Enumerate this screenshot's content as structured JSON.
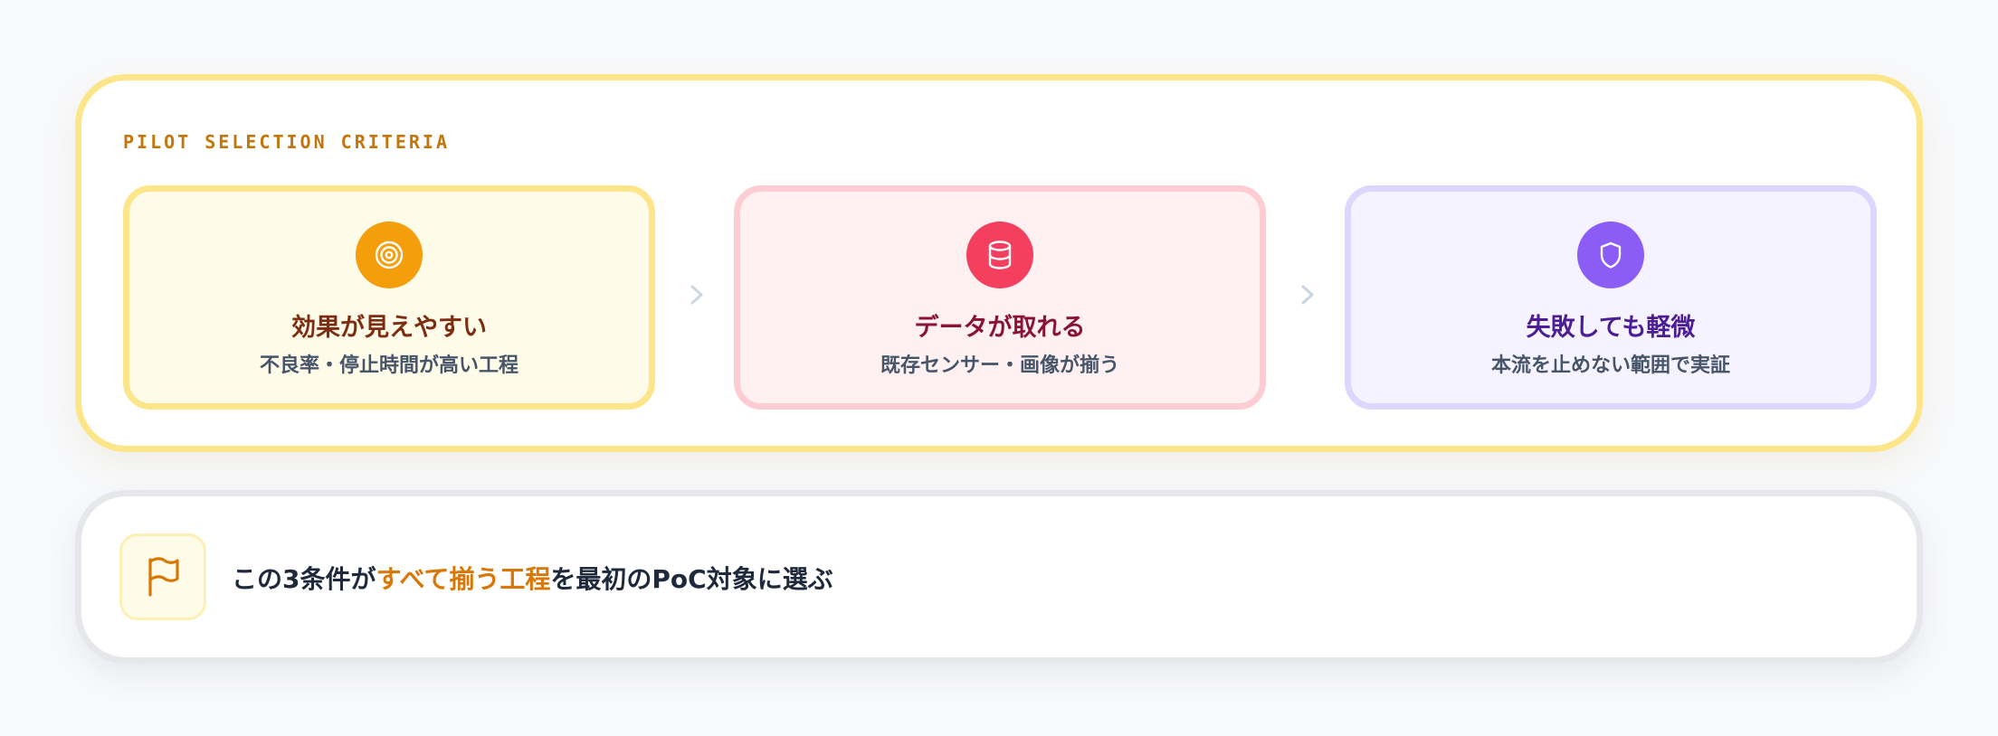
{
  "panel": {
    "label": "PILOT SELECTION CRITERIA",
    "accent_color": "#fde68a",
    "cards": [
      {
        "icon": "target-icon",
        "title": "効果が見えやすい",
        "subtitle": "不良率・停止時間が高い工程",
        "color": "#f59e0b"
      },
      {
        "icon": "database-icon",
        "title": "データが取れる",
        "subtitle": "既存センサー・画像が揃う",
        "color": "#f43f5e"
      },
      {
        "icon": "shield-icon",
        "title": "失敗しても軽微",
        "subtitle": "本流を止めない範囲で実証",
        "color": "#8b5cf6"
      }
    ],
    "connector_icon": "chevron-right-icon"
  },
  "conclusion": {
    "icon": "flag-icon",
    "text_before": "この3条件が",
    "text_highlight": "すべて揃う工程",
    "text_after": "を最初のPoC対象に選ぶ",
    "highlight_color": "#d97706"
  }
}
